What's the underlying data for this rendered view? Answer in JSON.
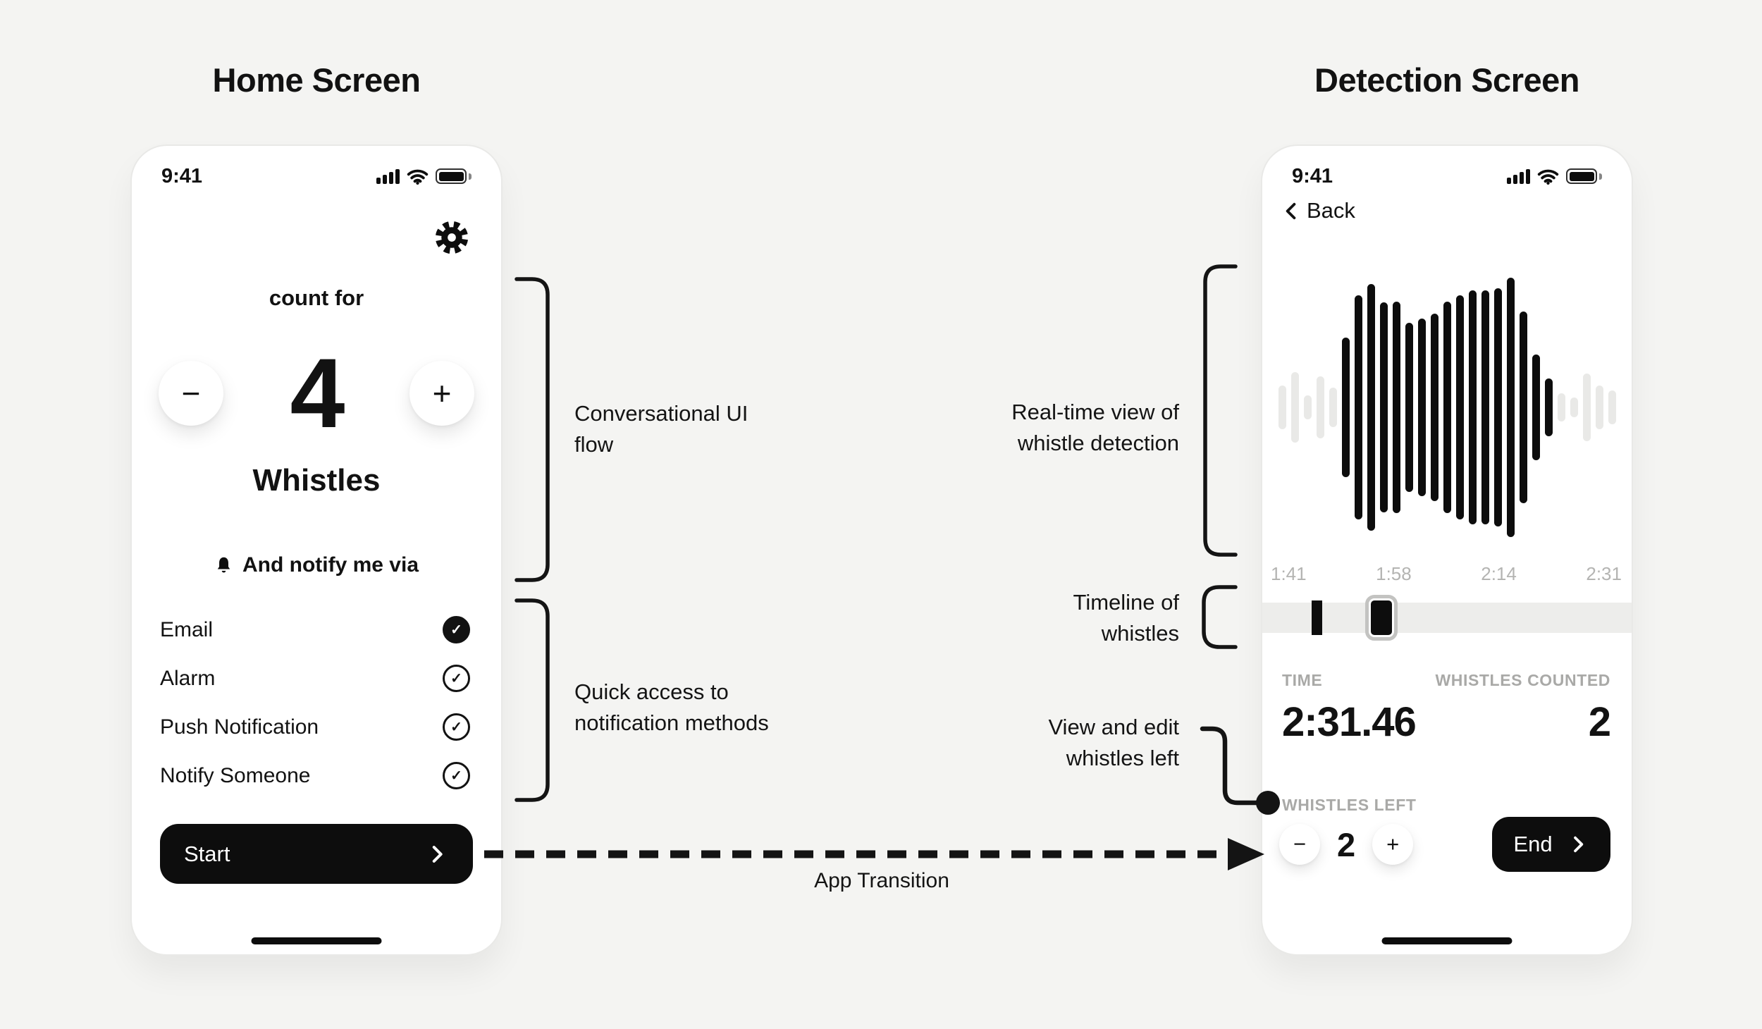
{
  "titles": {
    "left": "Home Screen",
    "right": "Detection Screen"
  },
  "status_bar": {
    "time": "9:41"
  },
  "home_screen": {
    "count_for_label": "count for",
    "count_value": "4",
    "count_unit": "Whistles",
    "minus_label": "−",
    "plus_label": "+",
    "notify_heading": "And notify me via",
    "options": [
      {
        "label": "Email",
        "selected": true
      },
      {
        "label": "Alarm",
        "selected": false
      },
      {
        "label": "Push Notification",
        "selected": false
      },
      {
        "label": "Notify Someone",
        "selected": false
      }
    ],
    "start_label": "Start"
  },
  "detection_screen": {
    "back_label": "Back",
    "timeline_labels": [
      "1:41",
      "1:58",
      "2:14",
      "2:31"
    ],
    "stats": {
      "time_label": "TIME",
      "time_value": "2:31.46",
      "counted_label": "WHISTLES COUNTED",
      "counted_value": "2"
    },
    "whistles_left": {
      "label": "WHISTLES LEFT",
      "value": "2",
      "minus_label": "−",
      "plus_label": "+"
    },
    "end_label": "End",
    "waveform": {
      "side_left": [
        62,
        100,
        34,
        88,
        56
      ],
      "main": [
        198,
        318,
        350,
        298,
        300,
        240,
        252,
        266,
        300,
        318,
        332,
        332,
        338,
        368,
        272,
        150,
        82
      ],
      "side_right": [
        40,
        28,
        96,
        62,
        48
      ]
    },
    "timeline_markers": [
      {
        "type": "whistle",
        "selected": false
      },
      {
        "type": "whistle",
        "selected": true
      }
    ]
  },
  "annotations": {
    "conversational_line1": "Conversational UI",
    "conversational_line2": "flow",
    "quick_line1": "Quick access to",
    "quick_line2": "notification methods",
    "realtime_line1": "Real-time view of",
    "realtime_line2": "whistle detection",
    "timeline_line1": "Timeline of",
    "timeline_line2": "whistles",
    "viewedit_line1": "View and edit",
    "viewedit_line2": "whistles left",
    "transition_label": "App Transition"
  },
  "colors": {
    "background": "#f4f4f2",
    "phone": "#ffffff",
    "ink": "#0d0d0d",
    "muted_label": "#a9a9a7",
    "timeline_label": "#b4b4b2",
    "track": "#ededeb",
    "waveform_side": "#e9e9e7"
  }
}
